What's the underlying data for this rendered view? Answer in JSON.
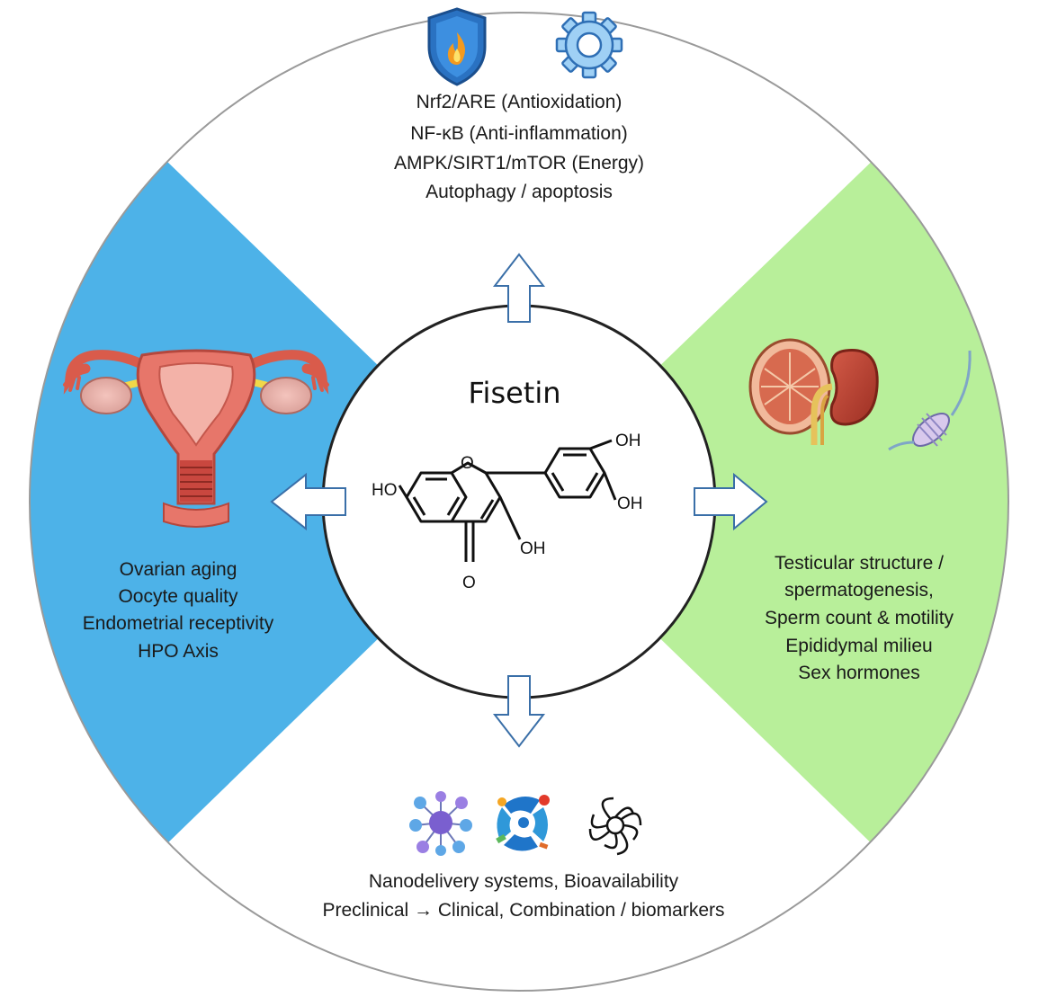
{
  "center": {
    "title": "Fisetin",
    "labels": {
      "ho_left": "HO",
      "oh_top": "OH",
      "oh_right": "OH",
      "oh_bottom": "OH",
      "ring_o": "O",
      "carbonyl_o": "O"
    }
  },
  "top": {
    "lines": [
      "Nrf2/ARE (Antioxidation)",
      "NF-κB (Anti-inflammation)",
      "AMPK/SIRT1/mTOR (Energy)",
      "Autophagy / apoptosis"
    ],
    "icons": [
      "shield-flame-icon",
      "gear-icon"
    ]
  },
  "left": {
    "lines": [
      "Ovarian aging",
      "Oocyte quality",
      "Endometrial receptivity",
      "HPO Axis"
    ],
    "icons": [
      "uterus-icon"
    ],
    "color": "#4db2e8"
  },
  "right": {
    "lines": [
      "Testicular structure /",
      "spermatogenesis,",
      "Sperm count & motility",
      "Epididymal milieu",
      "Sex hormones"
    ],
    "icons": [
      "testis-kidney-icon",
      "sperm-icon"
    ],
    "color": "#b8ef9a"
  },
  "bottom": {
    "lines": [
      "Nanodelivery systems, Bioavailability",
      "Preclinical → Clinical, Combination / biomarkers"
    ],
    "icons": [
      "molecular-network-icon",
      "nanoparticle-icon",
      "spiral-flower-icon"
    ]
  }
}
